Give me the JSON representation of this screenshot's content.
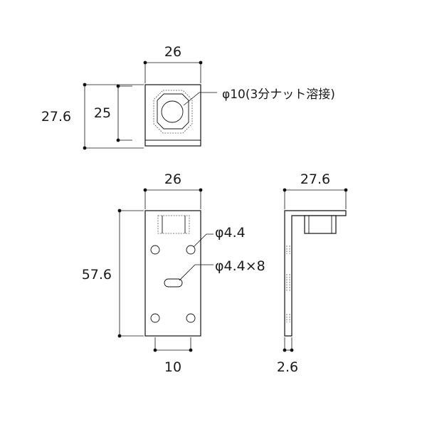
{
  "top_view": {
    "width_label": "26",
    "outer_height_label": "27.6",
    "inner_height_label": "25",
    "nut_callout": "φ10(3分ナット溶接)"
  },
  "front_view": {
    "width_label": "26",
    "height_label": "57.6",
    "hole_callout": "φ4.4",
    "slot_callout": "φ4.4×8",
    "hole_spacing_label": "10"
  },
  "side_view": {
    "depth_label": "27.6",
    "thickness_label": "2.6"
  }
}
